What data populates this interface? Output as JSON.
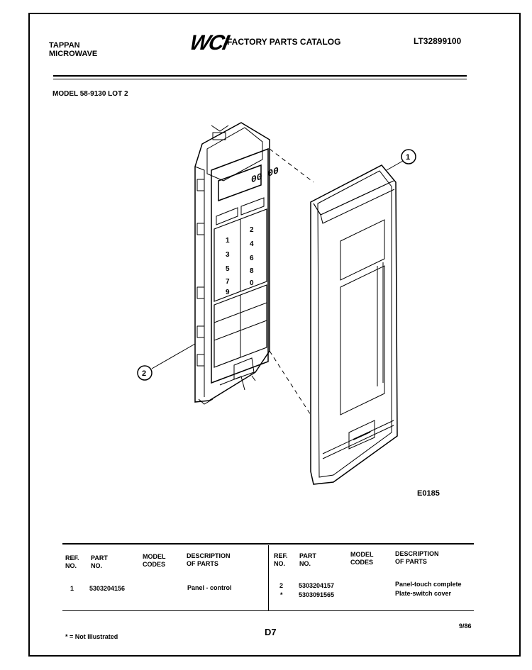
{
  "header": {
    "brand_line1": "TAPPAN",
    "brand_line2": "MICROWAVE",
    "logo": "WCI",
    "catalog_title": "FACTORY PARTS CATALOG",
    "catalog_code": "LT32899100"
  },
  "model_line": "MODEL 58-9130 LOT 2",
  "figure": {
    "callout_1": "1",
    "callout_2": "2",
    "figure_id": "E0185",
    "display_digits": "00 00",
    "keypad_keys": [
      "1",
      "2",
      "3",
      "4",
      "5",
      "6",
      "7",
      "8",
      "9",
      "0"
    ]
  },
  "table": {
    "headers": {
      "ref_no": "REF.\nNO.",
      "part_no": "PART\nNO.",
      "model_codes": "MODEL\nCODES",
      "description": "DESCRIPTION\nOF PARTS"
    },
    "rows_left": [
      {
        "ref": "1",
        "part": "5303204156",
        "codes": "",
        "desc": "Panel - control"
      }
    ],
    "rows_right": [
      {
        "ref": "2",
        "part": "5303204157",
        "codes": "",
        "desc": "Panel-touch complete"
      },
      {
        "ref": "*",
        "part": "5303091565",
        "codes": "",
        "desc": "Plate-switch cover"
      }
    ]
  },
  "footer": {
    "note": "* = Not Illustrated",
    "page": "D7",
    "date": "9/86"
  }
}
